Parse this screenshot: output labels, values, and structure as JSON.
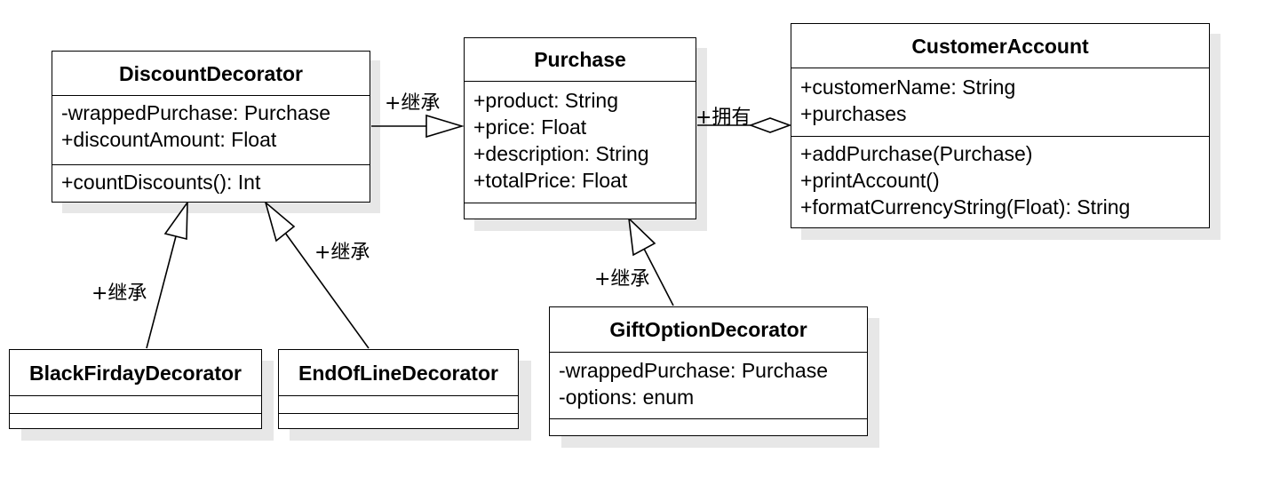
{
  "classes": {
    "discount_decorator": {
      "name": "DiscountDecorator",
      "attributes": [
        "-wrappedPurchase: Purchase",
        "+discountAmount: Float"
      ],
      "methods": [
        "+countDiscounts(): Int"
      ]
    },
    "purchase": {
      "name": "Purchase",
      "attributes": [
        "+product: String",
        "+price: Float",
        "+description: String",
        "+totalPrice: Float"
      ],
      "methods": []
    },
    "customer_account": {
      "name": "CustomerAccount",
      "attributes": [
        "+customerName: String",
        "+purchases"
      ],
      "methods": [
        "+addPurchase(Purchase)",
        "+printAccount()",
        "+formatCurrencyString(Float): String"
      ]
    },
    "black_friday_decorator": {
      "name": "BlackFirdayDecorator",
      "attributes": [],
      "methods": []
    },
    "end_of_line_decorator": {
      "name": "EndOfLineDecorator",
      "attributes": [],
      "methods": []
    },
    "gift_option_decorator": {
      "name": "GiftOptionDecorator",
      "attributes": [
        "-wrappedPurchase: Purchase",
        "-options: enum"
      ],
      "methods": []
    }
  },
  "relations": {
    "discount_to_purchase": "+继承",
    "end_of_line_to_discount": "+继承",
    "black_friday_to_discount": "+继承",
    "gift_to_purchase": "+继承",
    "customer_has_purchase": "+拥有"
  }
}
